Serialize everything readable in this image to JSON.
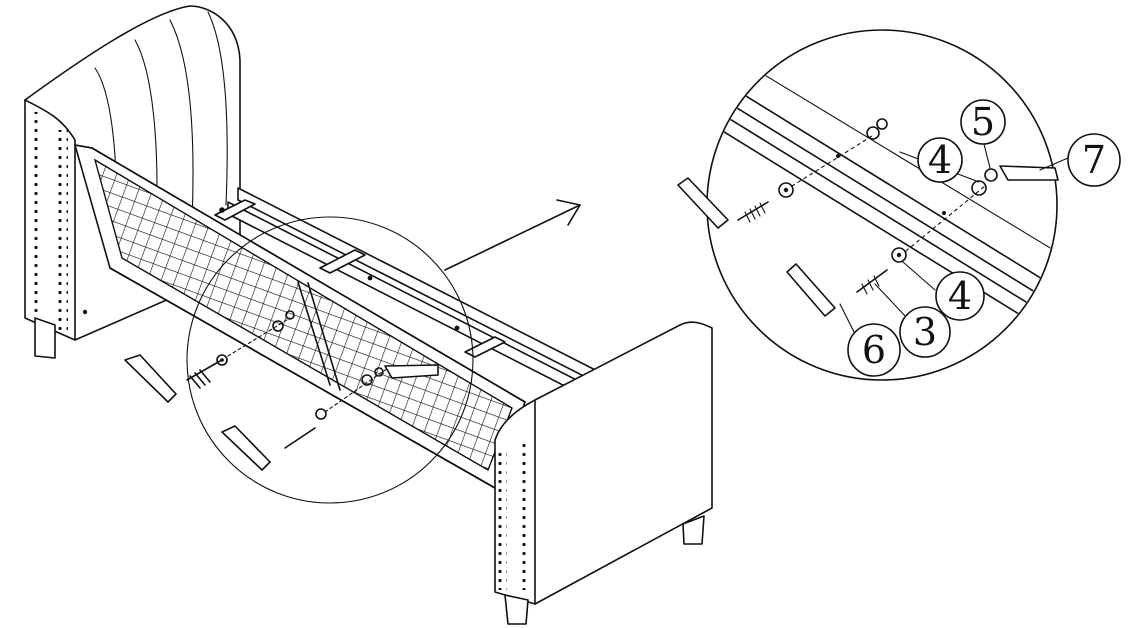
{
  "figure": {
    "description_labels": {
      "part_3": "3",
      "part_4a": "4",
      "part_4b": "4",
      "part_5": "5",
      "part_6": "6",
      "part_7": "7"
    }
  }
}
